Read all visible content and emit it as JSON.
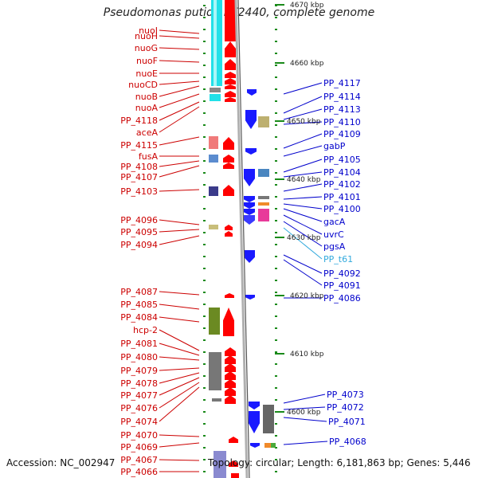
{
  "title": "Pseudomonas putida KT2440, complete genome",
  "footer": {
    "accession": "Accession: NC_002947",
    "topology": "Topology: circular; Length: 6,181,863 bp; Genes: 5,446"
  },
  "colors": {
    "reverse_label": "#cc0000",
    "forward_label": "#0000cc",
    "rna_label": "#33aadd",
    "reverse_arrow": "#ff0000",
    "forward_arrow": "#1a1aff",
    "cyan_block": "#22e0e8",
    "tick": "#1a8a1a"
  },
  "scale": {
    "ticks": [
      {
        "label": "4670 kbp",
        "kb": 4670
      },
      {
        "label": "4660 kbp",
        "kb": 4660
      },
      {
        "label": "4650 kbp",
        "kb": 4650
      },
      {
        "label": "4640 kbp",
        "kb": 4640
      },
      {
        "label": "4630 kbp",
        "kb": 4630
      },
      {
        "label": "4620 kbp",
        "kb": 4620
      },
      {
        "label": "4610 kbp",
        "kb": 4610
      },
      {
        "label": "4600 kbp",
        "kb": 4600
      }
    ]
  },
  "reverse_genes": [
    "nuoI",
    "nuoH",
    "nuoG",
    "nuoF",
    "nuoE",
    "nuoCD",
    "nuoB",
    "nuoA",
    "PP_4118",
    "aceA",
    "PP_4115",
    "fusA",
    "PP_4108",
    "PP_4107",
    "PP_4103",
    "PP_4096",
    "PP_4095",
    "PP_4094",
    "PP_4087",
    "PP_4085",
    "PP_4084",
    "hcp-2",
    "PP_4081",
    "PP_4080",
    "PP_4079",
    "PP_4078",
    "PP_4077",
    "PP_4076",
    "PP_4074",
    "PP_4070",
    "PP_4069",
    "PP_4067",
    "PP_4066"
  ],
  "forward_genes": [
    "PP_4117",
    "PP_4114",
    "PP_4113",
    "PP_4110",
    "PP_4109",
    "gabP",
    "PP_4105",
    "PP_4104",
    "PP_4102",
    "PP_4101",
    "PP_4100",
    "gacA",
    "uvrC",
    "pgsA",
    "PP_t61",
    "PP_4092",
    "PP_4091",
    "PP_4086",
    "PP_4073",
    "PP_4072",
    "PP_4071",
    "PP_4068"
  ],
  "rna_genes": [
    "PP_t61"
  ]
}
